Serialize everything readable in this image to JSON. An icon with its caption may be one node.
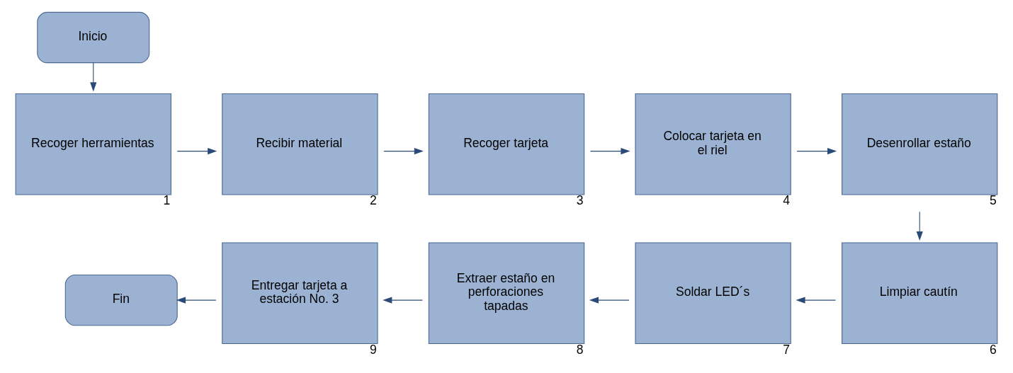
{
  "diagram": {
    "nodes": [
      {
        "text": [
          "Inicio"
        ]
      },
      {
        "text": [
          "Recoger herramientas"
        ],
        "beside": [
          "1"
        ]
      },
      {
        "text": [
          "Recibir material"
        ],
        "beside": [
          "2"
        ]
      },
      {
        "text": [
          "Recoger tarjeta"
        ],
        "beside": [
          "3"
        ]
      },
      {
        "text": [
          "Colocar tarjeta en el riel"
        ],
        "beside": [
          "4"
        ]
      },
      {
        "text": [
          "Desenrollar estaño"
        ],
        "beside": [
          "5"
        ]
      },
      {
        "text": [
          "Limpiar cautín"
        ],
        "beside": [
          "6"
        ]
      },
      {
        "text": [
          "Soldar LED´s"
        ],
        "beside": [
          "7"
        ]
      },
      {
        "text": [
          "Extraer estaño en perforaciones tapadas"
        ],
        "beside": [
          "8"
        ]
      },
      {
        "text": [
          "Entregar tarjeta a estación No. 3"
        ],
        "beside": [
          "9"
        ]
      },
      {
        "text": [
          "Fin"
        ]
      }
    ],
    "edges": [
      {
        "from": 0,
        "to": 1,
        "arrow": "to"
      },
      {
        "from": 1,
        "to": 2,
        "arrow": "to"
      },
      {
        "from": 2,
        "to": 3,
        "arrow": "to"
      },
      {
        "from": 3,
        "to": 4,
        "arrow": "to"
      },
      {
        "from": 4,
        "to": 5,
        "arrow": "to"
      },
      {
        "from": 5,
        "to": 6,
        "arrow": "to"
      },
      {
        "from": 6,
        "to": 7,
        "arrow": "to"
      },
      {
        "from": 7,
        "to": 8,
        "arrow": "to"
      },
      {
        "from": 8,
        "to": 9,
        "arrow": "to"
      },
      {
        "from": 9,
        "to": 10,
        "arrow": "to"
      }
    ]
  }
}
